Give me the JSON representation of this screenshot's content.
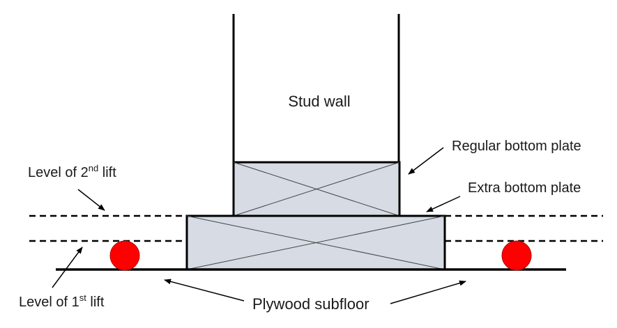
{
  "labels": {
    "stud_wall": "Stud wall",
    "regular_bottom_plate": "Regular bottom plate",
    "extra_bottom_plate": "Extra bottom plate",
    "level_2nd_prefix": "Level of 2",
    "level_2nd_sup": "nd",
    "level_2nd_suffix": " lift",
    "level_1st_prefix": "Level of 1",
    "level_1st_sup": "st",
    "level_1st_suffix": " lift",
    "plywood_subfloor": "Plywood subfloor"
  },
  "colors": {
    "plate_fill": "#d6dbe4",
    "stroke": "#000000",
    "marker": "#ff0000"
  }
}
